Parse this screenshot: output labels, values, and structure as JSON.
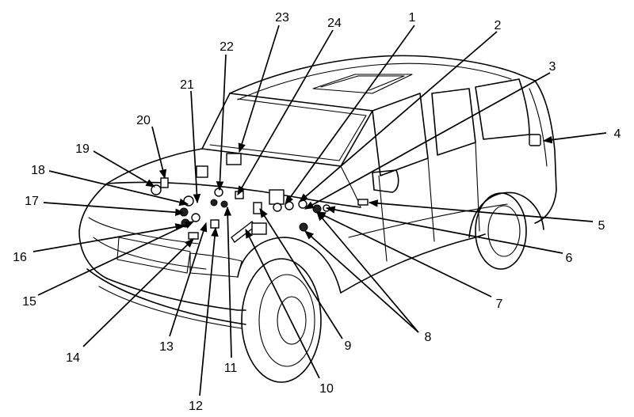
{
  "callouts": [
    "1",
    "2",
    "3",
    "4",
    "5",
    "6",
    "7",
    "8",
    "9",
    "10",
    "11",
    "12",
    "13",
    "14",
    "15",
    "16",
    "17",
    "18",
    "19",
    "20",
    "21",
    "22",
    "23",
    "24"
  ]
}
